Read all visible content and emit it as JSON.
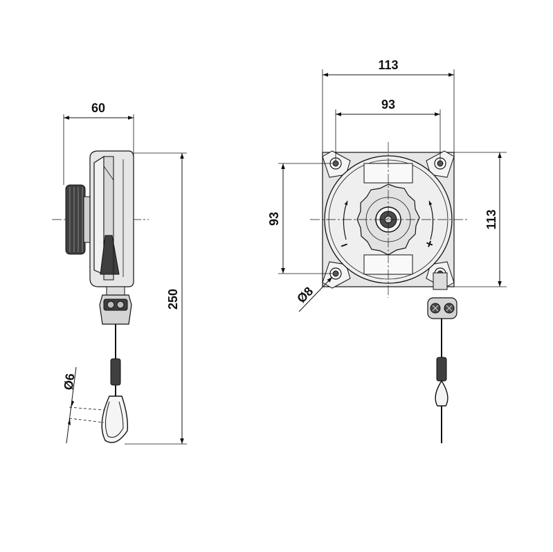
{
  "dimensions": {
    "side_width": "60",
    "side_height": "250",
    "cable_diameter": "Ø6",
    "front_width": "113",
    "front_hole_spacing_h": "93",
    "front_hole_spacing_v": "93",
    "front_height": "113",
    "hole_diameter": "Ø8"
  },
  "rotation_marks": {
    "minus": "−",
    "plus": "+"
  },
  "colors": {
    "line": "#111111",
    "housing_fill": "#e6e6e6",
    "dark_fill": "#4a4a4a",
    "light_fill": "#f7f7f7"
  }
}
